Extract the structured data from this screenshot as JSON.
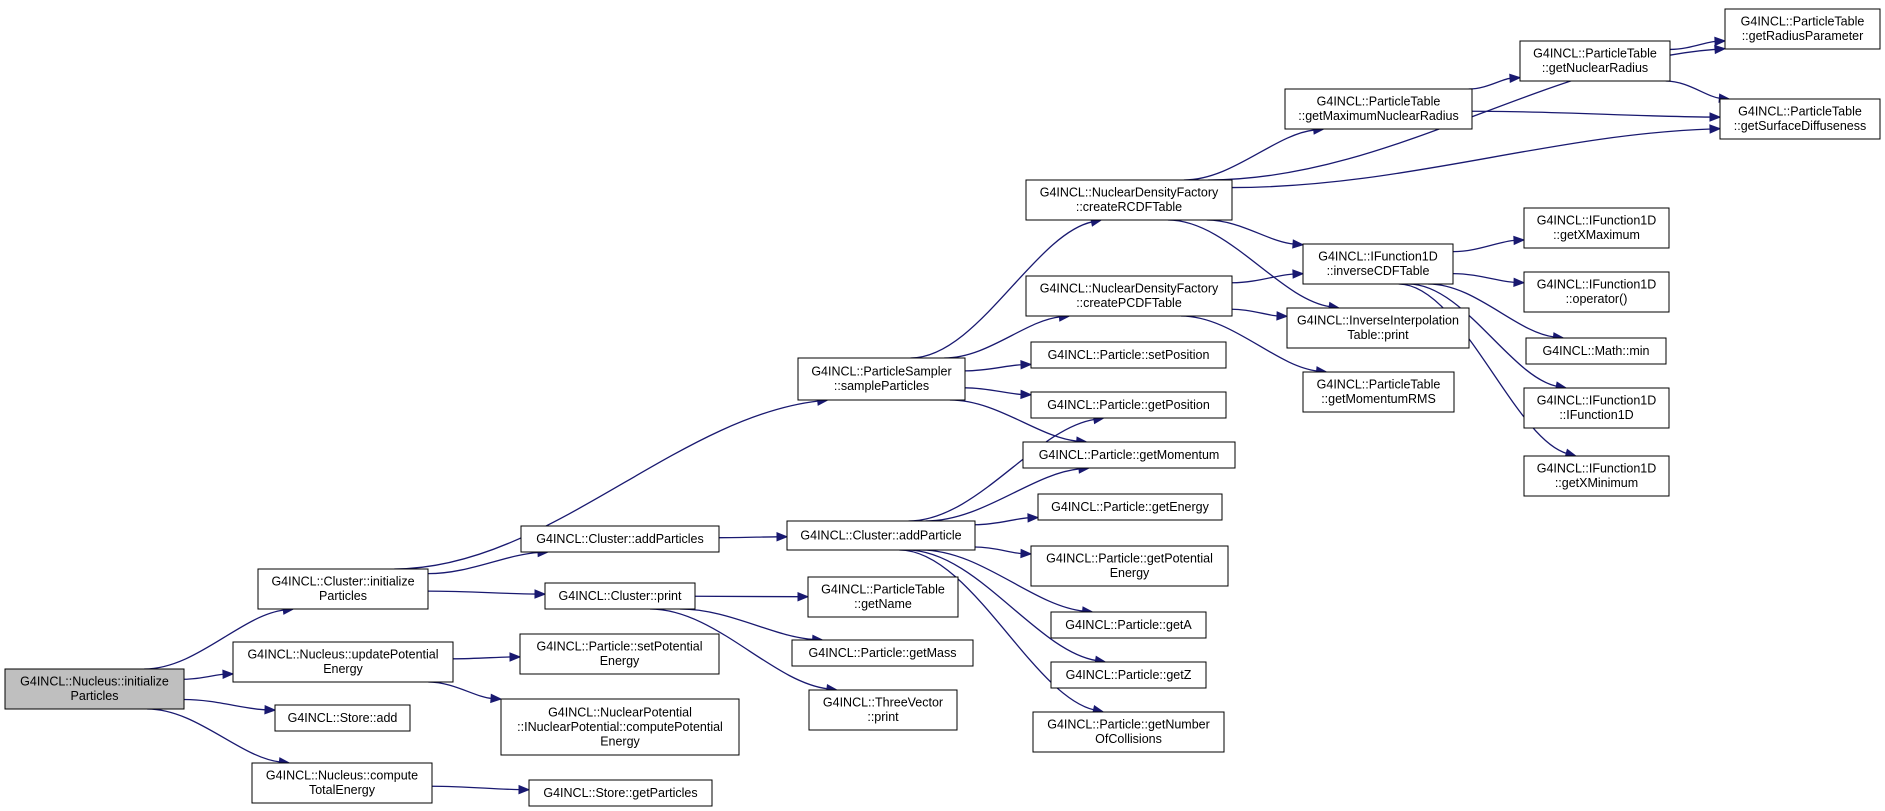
{
  "colors": {
    "edge": "#191970",
    "root_fill": "#bfbfbf",
    "node_fill": "#ffffff",
    "border": "#000000"
  },
  "nodes": [
    {
      "id": "nucleus_init",
      "lines": [
        "G4INCL::Nucleus::initialize",
        "Particles"
      ]
    },
    {
      "id": "cluster_init",
      "lines": [
        "G4INCL::Cluster::initialize",
        "Particles"
      ]
    },
    {
      "id": "update_pot",
      "lines": [
        "G4INCL::Nucleus::updatePotential",
        "Energy"
      ]
    },
    {
      "id": "store_add",
      "lines": [
        "G4INCL::Store::add"
      ]
    },
    {
      "id": "compute_total",
      "lines": [
        "G4INCL::Nucleus::compute",
        "TotalEnergy"
      ]
    },
    {
      "id": "add_particles",
      "lines": [
        "G4INCL::Cluster::addParticles"
      ]
    },
    {
      "id": "cluster_print",
      "lines": [
        "G4INCL::Cluster::print"
      ]
    },
    {
      "id": "set_pot_energy",
      "lines": [
        "G4INCL::Particle::setPotential",
        "Energy"
      ]
    },
    {
      "id": "compute_pot",
      "lines": [
        "G4INCL::NuclearPotential",
        "::INuclearPotential::computePotential",
        "Energy"
      ]
    },
    {
      "id": "store_get",
      "lines": [
        "G4INCL::Store::getParticles"
      ]
    },
    {
      "id": "sampler",
      "lines": [
        "G4INCL::ParticleSampler",
        "::sampleParticles"
      ]
    },
    {
      "id": "add_particle",
      "lines": [
        "G4INCL::Cluster::addParticle"
      ]
    },
    {
      "id": "pt_getname",
      "lines": [
        "G4INCL::ParticleTable",
        "::getName"
      ]
    },
    {
      "id": "get_mass",
      "lines": [
        "G4INCL::Particle::getMass"
      ]
    },
    {
      "id": "tv_print",
      "lines": [
        "G4INCL::ThreeVector",
        "::print"
      ]
    },
    {
      "id": "create_rcdf",
      "lines": [
        "G4INCL::NuclearDensityFactory",
        "::createRCDFTable"
      ]
    },
    {
      "id": "create_pcdf",
      "lines": [
        "G4INCL::NuclearDensityFactory",
        "::createPCDFTable"
      ]
    },
    {
      "id": "set_position",
      "lines": [
        "G4INCL::Particle::setPosition"
      ]
    },
    {
      "id": "get_position",
      "lines": [
        "G4INCL::Particle::getPosition"
      ]
    },
    {
      "id": "get_momentum",
      "lines": [
        "G4INCL::Particle::getMomentum"
      ]
    },
    {
      "id": "get_energy",
      "lines": [
        "G4INCL::Particle::getEnergy"
      ]
    },
    {
      "id": "get_pot_energy",
      "lines": [
        "G4INCL::Particle::getPotential",
        "Energy"
      ]
    },
    {
      "id": "get_a",
      "lines": [
        "G4INCL::Particle::getA"
      ]
    },
    {
      "id": "get_z",
      "lines": [
        "G4INCL::Particle::getZ"
      ]
    },
    {
      "id": "get_ncoll",
      "lines": [
        "G4INCL::Particle::getNumber",
        "OfCollisions"
      ]
    },
    {
      "id": "get_max_radius",
      "lines": [
        "G4INCL::ParticleTable",
        "::getMaximumNuclearRadius"
      ]
    },
    {
      "id": "inverse_cdf",
      "lines": [
        "G4INCL::IFunction1D",
        "::inverseCDFTable"
      ]
    },
    {
      "id": "interp_print",
      "lines": [
        "G4INCL::InverseInterpolation",
        "Table::print"
      ]
    },
    {
      "id": "get_mom_rms",
      "lines": [
        "G4INCL::ParticleTable",
        "::getMomentumRMS"
      ]
    },
    {
      "id": "get_nuc_radius",
      "lines": [
        "G4INCL::ParticleTable",
        "::getNuclearRadius"
      ]
    },
    {
      "id": "get_radius_param",
      "lines": [
        "G4INCL::ParticleTable",
        "::getRadiusParameter"
      ]
    },
    {
      "id": "get_surface_diff",
      "lines": [
        "G4INCL::ParticleTable",
        "::getSurfaceDiffuseness"
      ]
    },
    {
      "id": "get_xmax",
      "lines": [
        "G4INCL::IFunction1D",
        "::getXMaximum"
      ]
    },
    {
      "id": "operator_call",
      "lines": [
        "G4INCL::IFunction1D",
        "::operator()"
      ]
    },
    {
      "id": "math_min",
      "lines": [
        "G4INCL::Math::min"
      ]
    },
    {
      "id": "ifunction_ctor",
      "lines": [
        "G4INCL::IFunction1D",
        "::IFunction1D"
      ]
    },
    {
      "id": "get_xmin",
      "lines": [
        "G4INCL::IFunction1D",
        "::getXMinimum"
      ]
    }
  ],
  "edges": [
    [
      "nucleus_init",
      "cluster_init"
    ],
    [
      "nucleus_init",
      "update_pot"
    ],
    [
      "nucleus_init",
      "store_add"
    ],
    [
      "nucleus_init",
      "compute_total"
    ],
    [
      "cluster_init",
      "sampler"
    ],
    [
      "cluster_init",
      "add_particles"
    ],
    [
      "cluster_init",
      "cluster_print"
    ],
    [
      "update_pot",
      "set_pot_energy"
    ],
    [
      "update_pot",
      "compute_pot"
    ],
    [
      "compute_total",
      "store_get"
    ],
    [
      "add_particles",
      "add_particle"
    ],
    [
      "cluster_print",
      "pt_getname"
    ],
    [
      "cluster_print",
      "get_mass"
    ],
    [
      "cluster_print",
      "tv_print"
    ],
    [
      "sampler",
      "create_rcdf"
    ],
    [
      "sampler",
      "create_pcdf"
    ],
    [
      "sampler",
      "set_position"
    ],
    [
      "sampler",
      "get_position"
    ],
    [
      "sampler",
      "get_momentum"
    ],
    [
      "add_particle",
      "get_position"
    ],
    [
      "add_particle",
      "get_momentum"
    ],
    [
      "add_particle",
      "get_energy"
    ],
    [
      "add_particle",
      "get_pot_energy"
    ],
    [
      "add_particle",
      "get_a"
    ],
    [
      "add_particle",
      "get_z"
    ],
    [
      "add_particle",
      "get_ncoll"
    ],
    [
      "create_rcdf",
      "get_radius_param"
    ],
    [
      "create_rcdf",
      "get_max_radius"
    ],
    [
      "create_rcdf",
      "get_surface_diff"
    ],
    [
      "create_rcdf",
      "inverse_cdf"
    ],
    [
      "create_rcdf",
      "interp_print"
    ],
    [
      "create_pcdf",
      "inverse_cdf"
    ],
    [
      "create_pcdf",
      "interp_print"
    ],
    [
      "create_pcdf",
      "get_mom_rms"
    ],
    [
      "get_max_radius",
      "get_nuc_radius"
    ],
    [
      "get_max_radius",
      "get_surface_diff"
    ],
    [
      "get_nuc_radius",
      "get_radius_param"
    ],
    [
      "get_nuc_radius",
      "get_surface_diff"
    ],
    [
      "inverse_cdf",
      "get_xmax"
    ],
    [
      "inverse_cdf",
      "operator_call"
    ],
    [
      "inverse_cdf",
      "math_min"
    ],
    [
      "inverse_cdf",
      "ifunction_ctor"
    ],
    [
      "inverse_cdf",
      "get_xmin"
    ]
  ]
}
